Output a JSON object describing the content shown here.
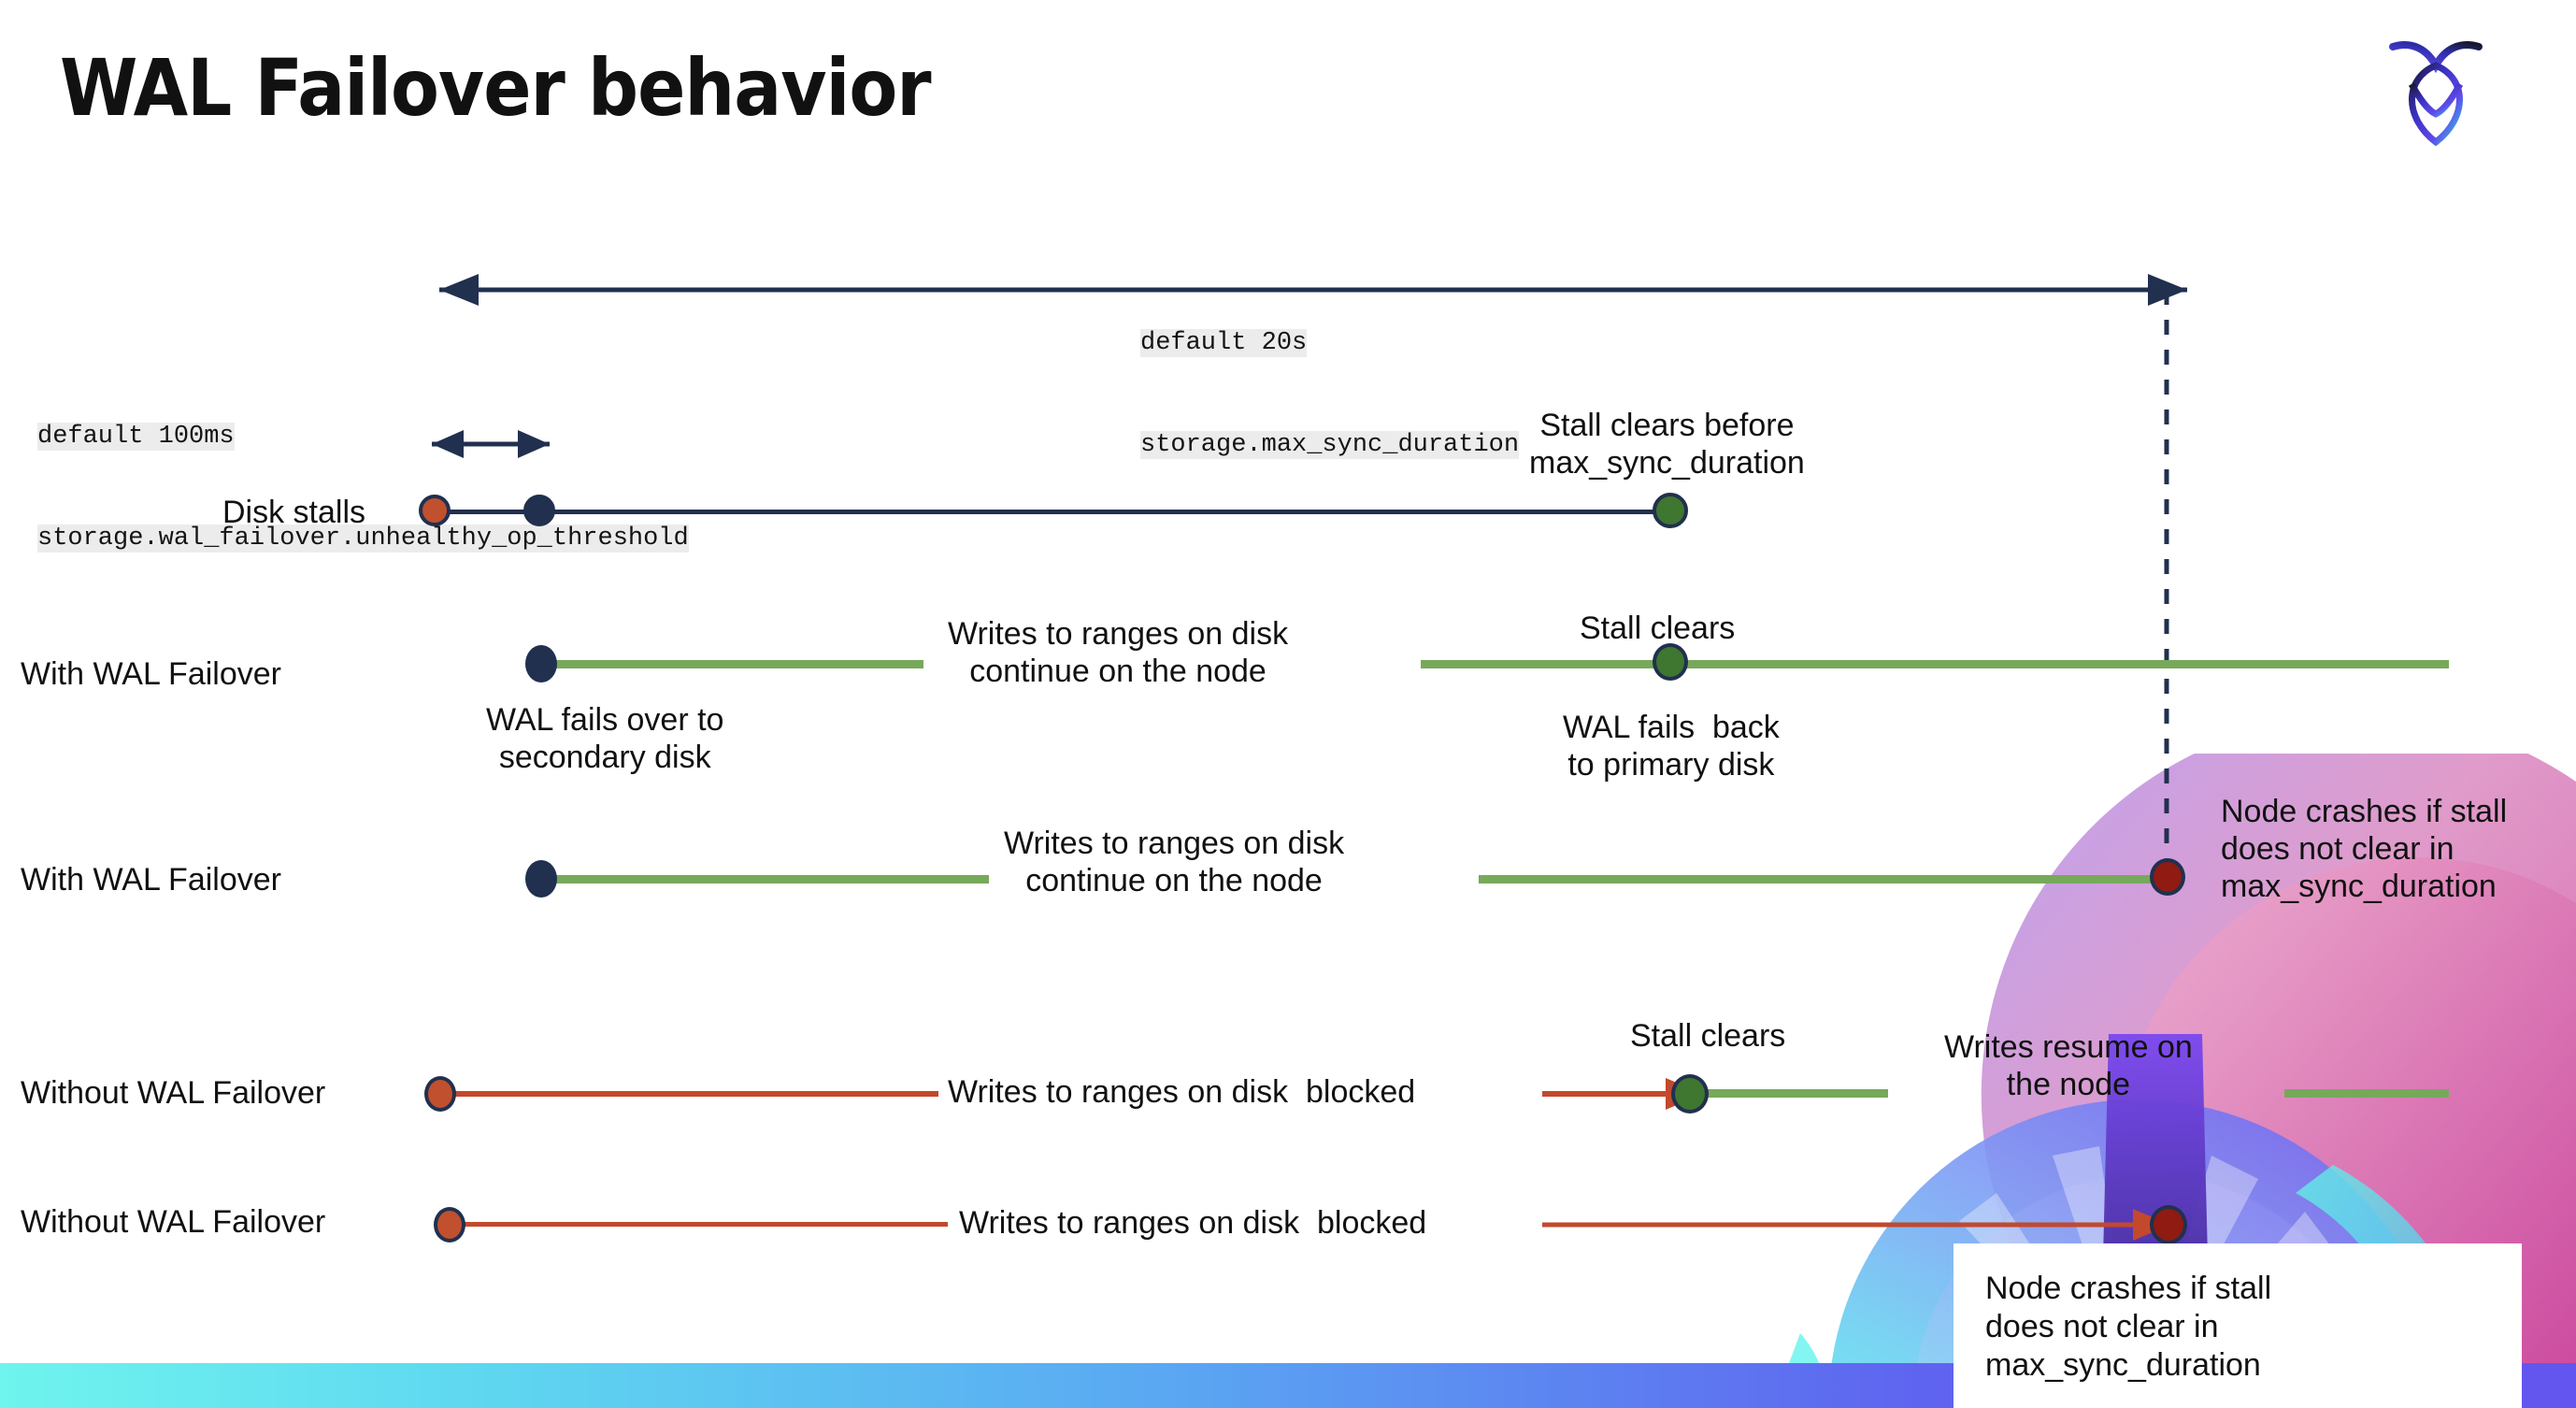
{
  "slide": {
    "title": "WAL Failover behavior",
    "logo_name": "cockroachdb-logo"
  },
  "annotations": {
    "max_sync": {
      "line1": "default 20s",
      "line2": "storage.max_sync_duration"
    },
    "unhealthy": {
      "line1": "default 100ms",
      "line2": "storage.wal_failover.unhealthy_op_threshold"
    }
  },
  "rows": [
    {
      "label": "Disk stalls"
    },
    {
      "label": "With WAL Failover"
    },
    {
      "label": "With WAL Failover"
    },
    {
      "label": "Without WAL Failover"
    },
    {
      "label": "Without WAL Failover"
    }
  ],
  "notes": {
    "stall_clears_before": "Stall clears before\nmax_sync_duration",
    "writes_continue_1": "Writes to ranges on disk\ncontinue on the node",
    "stall_clears_1": "Stall clears",
    "wal_fails_over": "WAL fails over to\nsecondary disk",
    "wal_fails_back": "WAL fails  back\nto primary disk",
    "writes_continue_2": "Writes to ranges on disk\ncontinue on the node",
    "node_crashes_1": "Node crashes if stall\ndoes not clear in\nmax_sync_duration",
    "stall_clears_2": "Stall clears",
    "writes_blocked_1": "Writes to ranges on disk  blocked",
    "writes_resume": "Writes resume on\nthe node",
    "writes_blocked_2": "Writes to ranges on disk  blocked",
    "node_crashes_2": "Node crashes if stall\ndoes not clear in\nmax_sync_duration"
  },
  "colors": {
    "navy": "#21304f",
    "green_line": "#77a95a",
    "green_dot": "#3f7630",
    "red_line": "#c2492c",
    "red_dot": "#c0502e",
    "dark_red_dot": "#8f1b12",
    "code_bg": "#ececec",
    "bottom_gradient_start": "#6ff4ee",
    "bottom_gradient_end": "#6355ef"
  }
}
